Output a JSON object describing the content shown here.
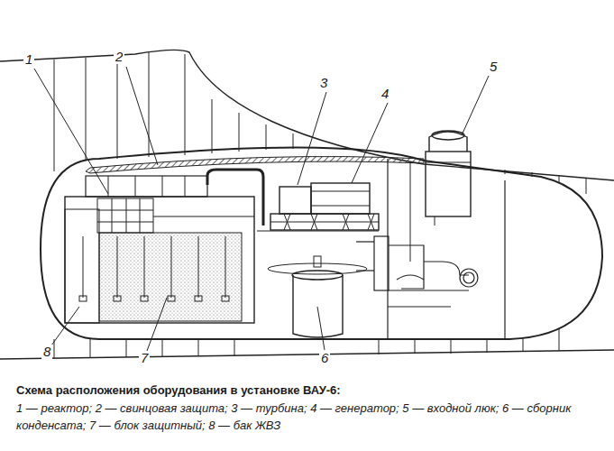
{
  "diagram": {
    "title": "Схема расположения оборудования в установке ВАУ-6:",
    "caption": "1 — реактор; 2 — свинцовая защита; 3 — турбина; 4 — генератор; 5 — входной люк; 6 — сборник конденсата; 7 — блок защитный; 8 — бак ЖВЗ",
    "labels": [
      "1",
      "2",
      "3",
      "4",
      "5",
      "6",
      "7",
      "8"
    ]
  }
}
